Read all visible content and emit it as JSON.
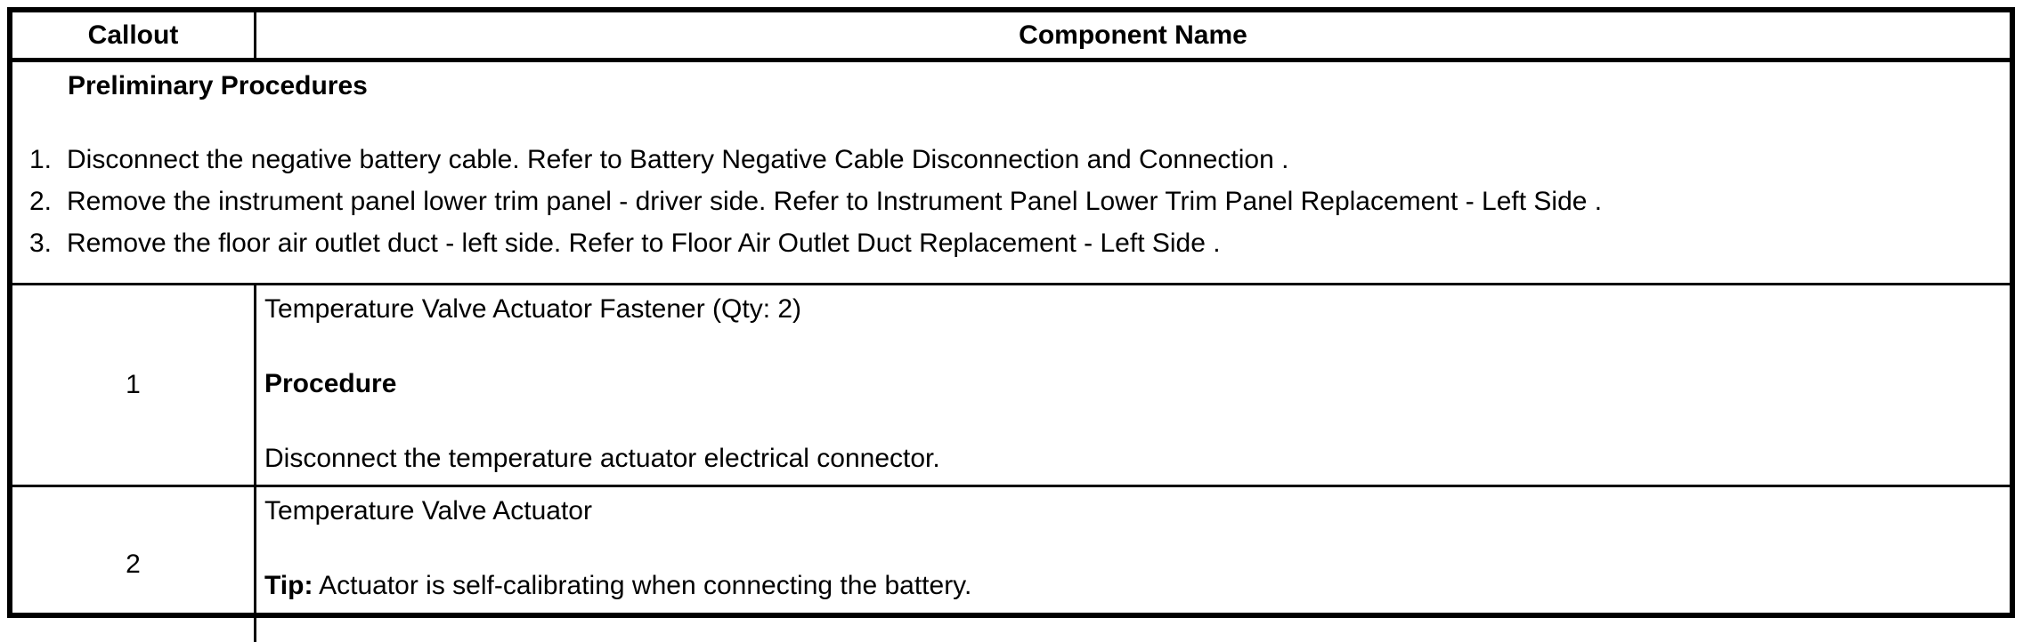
{
  "table": {
    "headers": {
      "callout": "Callout",
      "component_name": "Component Name"
    },
    "preliminary": {
      "title": "Preliminary Procedures",
      "steps": [
        {
          "num": "1.",
          "text": "Disconnect the negative battery cable. Refer to Battery Negative Cable Disconnection and Connection ."
        },
        {
          "num": "2.",
          "text": "Remove the instrument panel lower trim panel - driver side. Refer to Instrument Panel Lower Trim Panel Replacement - Left Side ."
        },
        {
          "num": "3.",
          "text": "Remove the floor air outlet duct - left side. Refer to Floor Air Outlet Duct Replacement - Left Side ."
        }
      ]
    },
    "rows": [
      {
        "callout": "1",
        "name": "Temperature Valve Actuator Fastener (Qty: 2)",
        "subheading": "Procedure",
        "detail": "Disconnect the temperature actuator electrical connector."
      },
      {
        "callout": "2",
        "name": "Temperature Valve Actuator",
        "tip_label": "Tip:",
        "tip_text": " Actuator is self-calibrating when connecting the battery."
      }
    ]
  },
  "colors": {
    "border": "#000000",
    "text": "#000000",
    "background": "#ffffff"
  }
}
